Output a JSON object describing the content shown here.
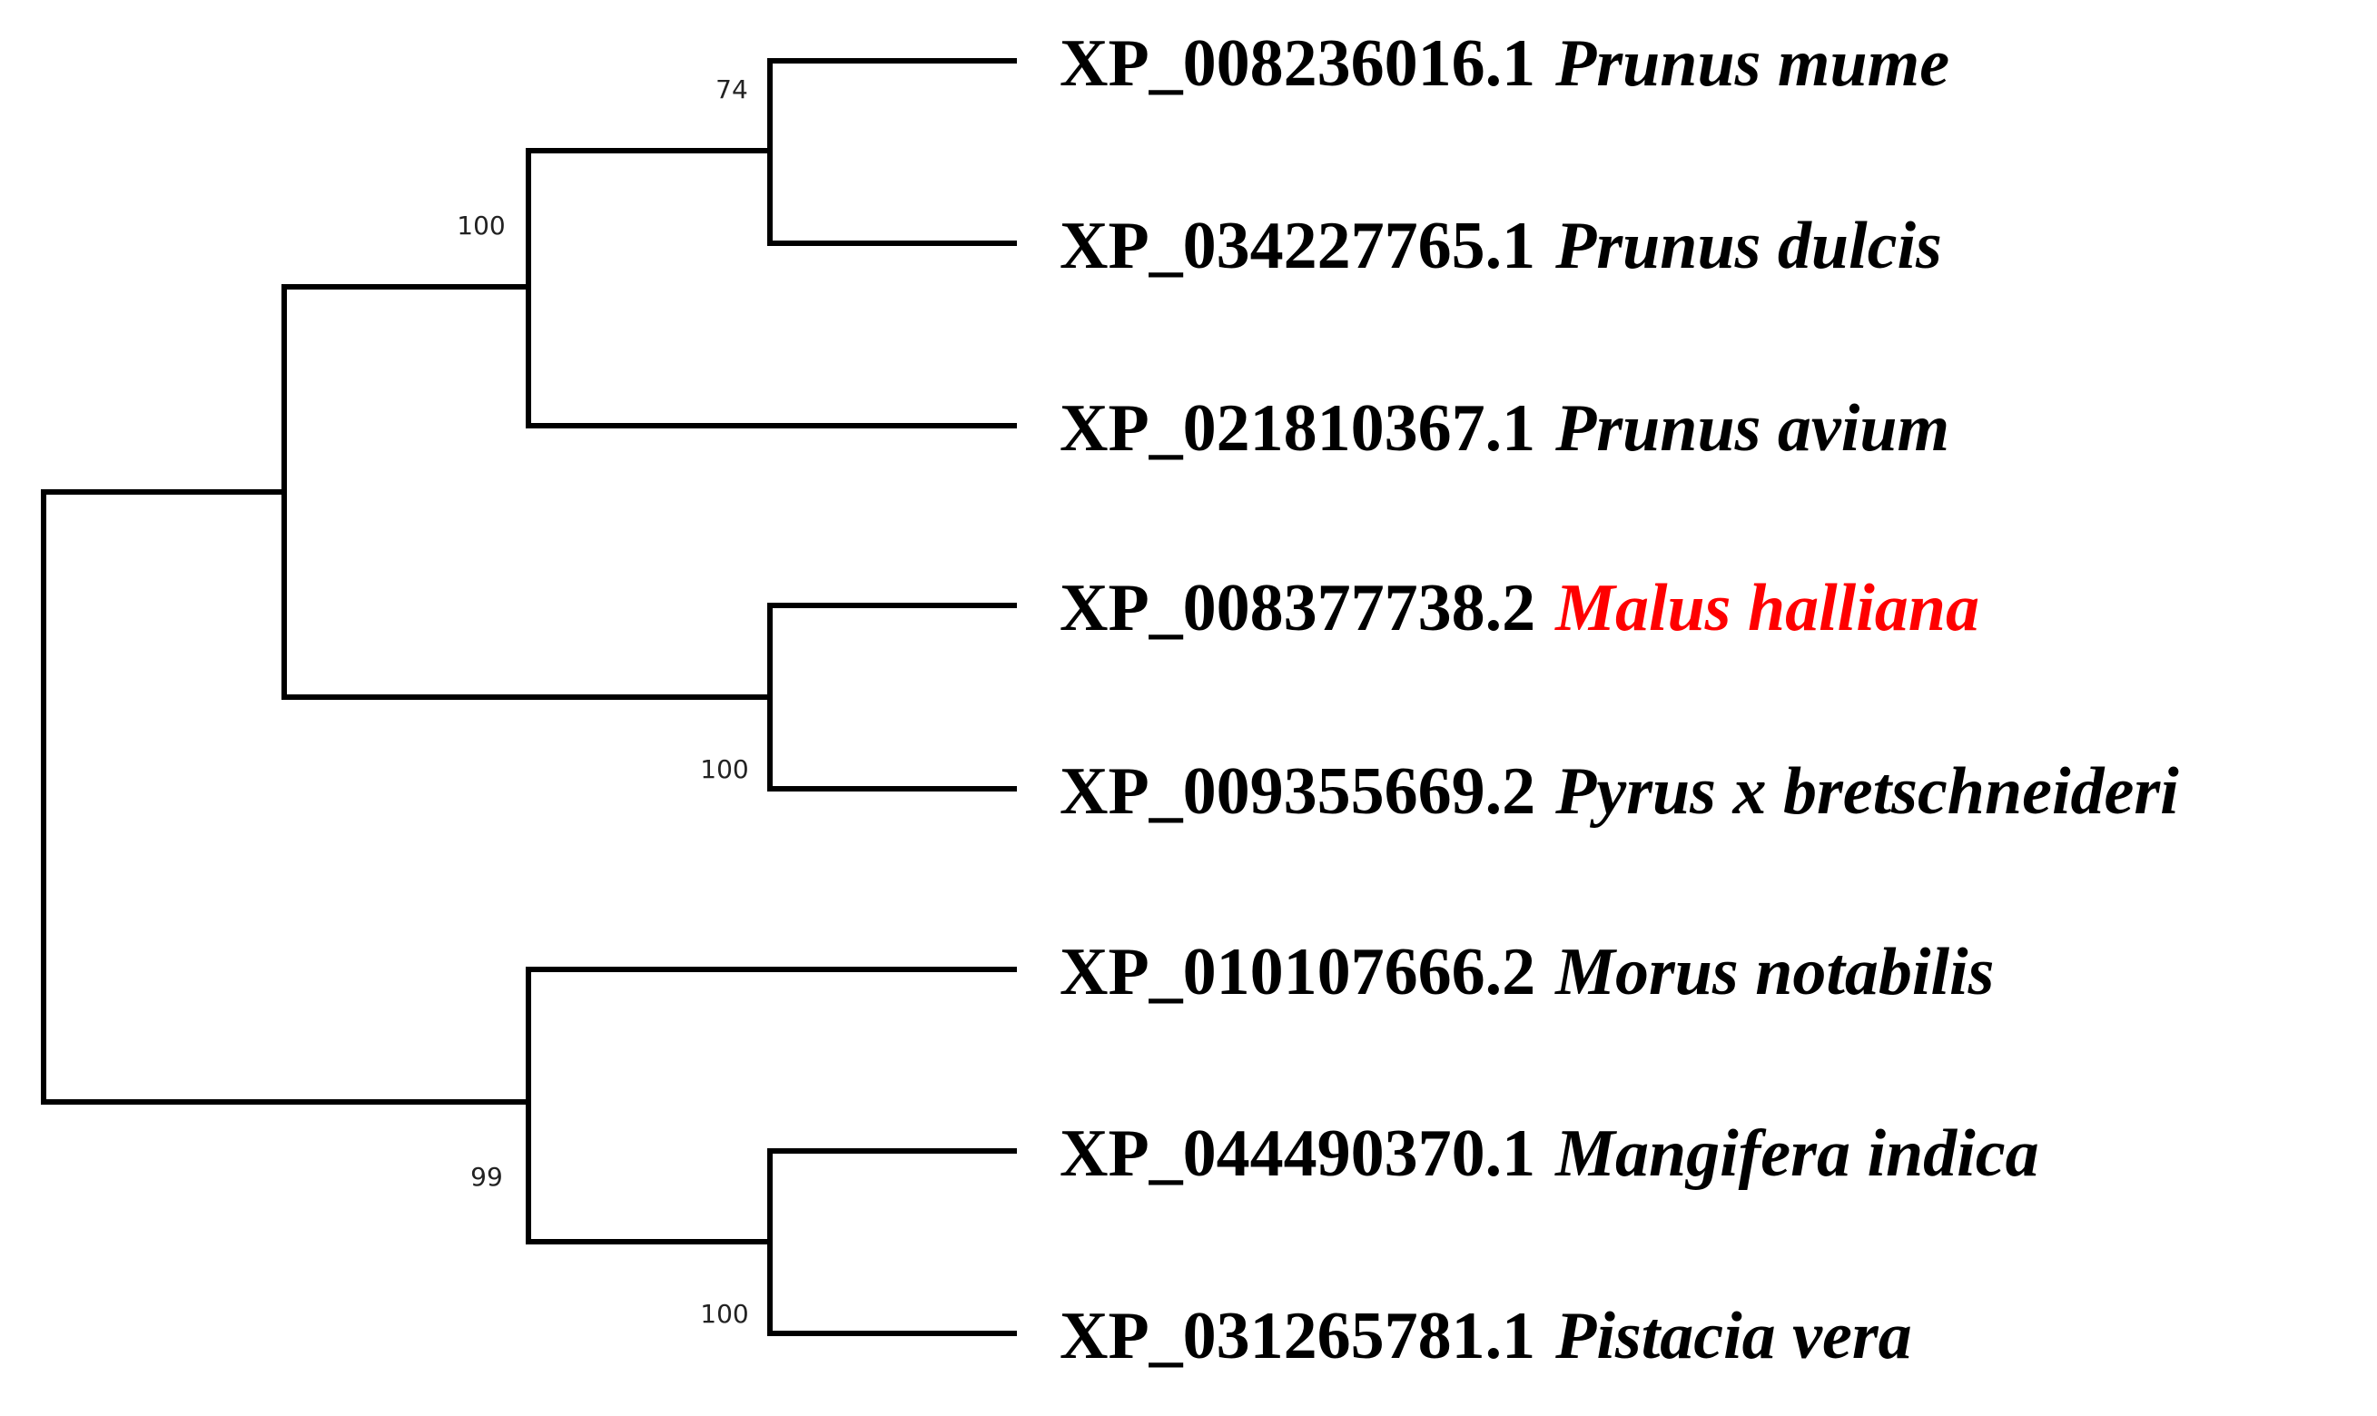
{
  "tree": {
    "leaves": [
      {
        "accession": "XP_008236016.1",
        "species": "Prunus mume",
        "color": "#000000"
      },
      {
        "accession": "XP_034227765.1",
        "species": "Prunus dulcis",
        "color": "#000000"
      },
      {
        "accession": "XP_021810367.1",
        "species": "Prunus avium",
        "color": "#000000"
      },
      {
        "accession": "XP_008377738.2",
        "species": "Malus halliana",
        "color": "#ff0000"
      },
      {
        "accession": "XP_009355669.2",
        "species": "Pyrus x bretschneideri",
        "color": "#000000"
      },
      {
        "accession": "XP_010107666.2",
        "species": "Morus notabilis",
        "color": "#000000"
      },
      {
        "accession": "XP_044490370.1",
        "species": "Mangifera indica",
        "color": "#000000"
      },
      {
        "accession": "XP_031265781.1",
        "species": "Pistacia vera",
        "color": "#000000"
      }
    ],
    "bootstrap": {
      "prunus_mume_dulcis": "74",
      "prunus_clade": "100",
      "malus_pyrus": "100",
      "morus_mangifera_pistacia": "99",
      "mangifera_pistacia": "100"
    },
    "colors": {
      "branch": "#000000",
      "highlight": "#ff0000"
    }
  }
}
